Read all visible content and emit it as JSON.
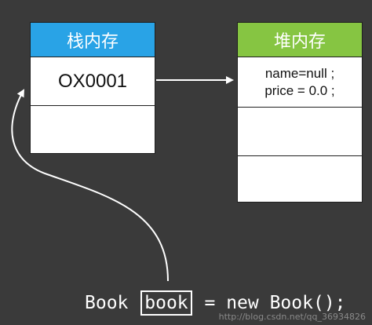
{
  "stack": {
    "title": "栈内存",
    "cell_value": "OX0001"
  },
  "heap": {
    "title": "堆内存",
    "field_name": "name=null ;",
    "field_price": "price = 0.0 ;"
  },
  "code": {
    "type_name": "Book",
    "var_name": "book",
    "rest": "= new Book();"
  },
  "watermark": "http://blog.csdn.net/qq_36934826",
  "colors": {
    "background": "#3a3a3a",
    "stack_header": "#29a3e6",
    "heap_header": "#86c542",
    "box_fill": "#ffffff",
    "arrow": "#ffffff"
  }
}
